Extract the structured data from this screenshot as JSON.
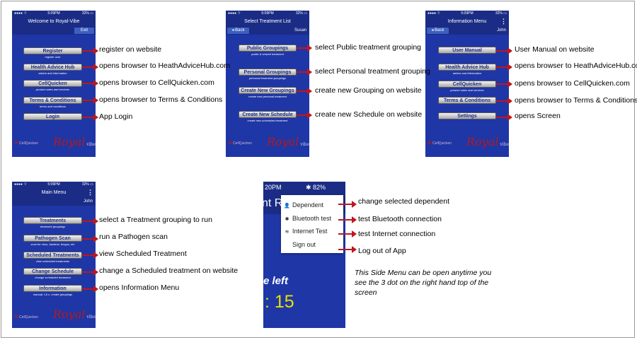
{
  "screens": {
    "welcome": {
      "status": {
        "left": "●●●● ⌔",
        "center": "5:09PM",
        "right": "32% ▭"
      },
      "title": "Welcome to Royal-Vibe",
      "right_button": "Exit",
      "buttons": [
        {
          "label": "Register",
          "sub": "register user"
        },
        {
          "label": "Health Advice Hub",
          "sub": "advice and information"
        },
        {
          "label": "CellQuicken",
          "sub": "product sales and services"
        },
        {
          "label": "Terms & Conditions",
          "sub": "terms and conditions"
        },
        {
          "label": "Login",
          "sub": ""
        }
      ],
      "annotations": [
        "register on website",
        "opens browser to HeathAdviceHub.com",
        "opens browser to CellQuicken.com",
        "opens browser to Terms & Conditions",
        "App Login"
      ]
    },
    "treatment_list": {
      "status": {
        "left": "●●●● ⌔",
        "center": "5:09PM",
        "right": "32% ▭"
      },
      "title": "Select Treatment List",
      "back": "◂ Back",
      "user": "Susan",
      "buttons": [
        {
          "label": "Public Groupings",
          "sub": "public & shared treatment"
        },
        {
          "label": "Personal Groupings",
          "sub": "personal treatment groupings"
        },
        {
          "label": "Create New Groupings",
          "sub": "create new personal treatment"
        },
        {
          "label": "Create New Schedule",
          "sub": "create new scheduled treatment"
        }
      ],
      "annotations": [
        "select Public treatment grouping",
        "select Personal treatment grouping",
        "create new Grouping on website",
        "create new Schedule on website"
      ]
    },
    "info_menu": {
      "status": {
        "left": "●●●● ⌔",
        "center": "5:09PM",
        "right": "32% ▭"
      },
      "title": "Information Menu",
      "back": "◂ Back",
      "user": "John",
      "buttons": [
        {
          "label": "User Manual",
          "sub": ""
        },
        {
          "label": "Health Advice Hub",
          "sub": "advice and information"
        },
        {
          "label": "CellQuicken",
          "sub": "product sales and services"
        },
        {
          "label": "Terms & Conditions",
          "sub": ""
        },
        {
          "label": "Settings",
          "sub": ""
        }
      ],
      "annotations": [
        "User Manual on website",
        "opens browser to HeathAdviceHub.com",
        "opens browser to CellQuicken.com",
        "opens browser to Terms & Conditions",
        "opens Screen"
      ]
    },
    "main_menu": {
      "status": {
        "left": "●●●● ⌔",
        "center": "5:09PM",
        "right": "32% ▭"
      },
      "title": "Main Menu",
      "user": "John",
      "buttons": [
        {
          "label": "Treatments",
          "sub": "treatment groupings"
        },
        {
          "label": "Pathogen Scan",
          "sub": "scan for virus, bacteria, fungus, etc"
        },
        {
          "label": "Scheduled Treatments",
          "sub": "view scheduled treatments"
        },
        {
          "label": "Change Schedule",
          "sub": "change scheduled treatment"
        },
        {
          "label": "Information",
          "sub": "manual, t & c, create groupings"
        }
      ],
      "annotations": [
        "select a Treatment grouping to run",
        "run a Pathogen scan",
        "view Scheduled Treatment",
        "change a Scheduled treatment on website",
        "opens Information Menu"
      ]
    },
    "side_menu": {
      "status_time": "20PM",
      "status_right": "✱ 82%",
      "background_title": "nt Ru",
      "background_text": "e left",
      "background_timer": ": 15",
      "items": [
        {
          "icon": "person-icon",
          "glyph": "👤",
          "label": "Dependent"
        },
        {
          "icon": "bluetooth-icon",
          "glyph": "✱",
          "label": "Bluetooth test"
        },
        {
          "icon": "wifi-icon",
          "glyph": "≋",
          "label": "Internet Test"
        },
        {
          "icon": "",
          "glyph": "",
          "label": "Sign out"
        }
      ],
      "annotations": [
        "change selected dependent",
        "test Bluetooth connection",
        "test Internet connection",
        "Log out of App"
      ],
      "note": "This Side Menu can be open anytime you see the 3 dot on the right hand top of the screen"
    }
  },
  "branding": {
    "left_text": "CellQuicken",
    "right_text": "Royal",
    "right_sub": "vibe"
  },
  "colors": {
    "screen_bg": "#1f36a6",
    "arrow": "#c0161e"
  }
}
